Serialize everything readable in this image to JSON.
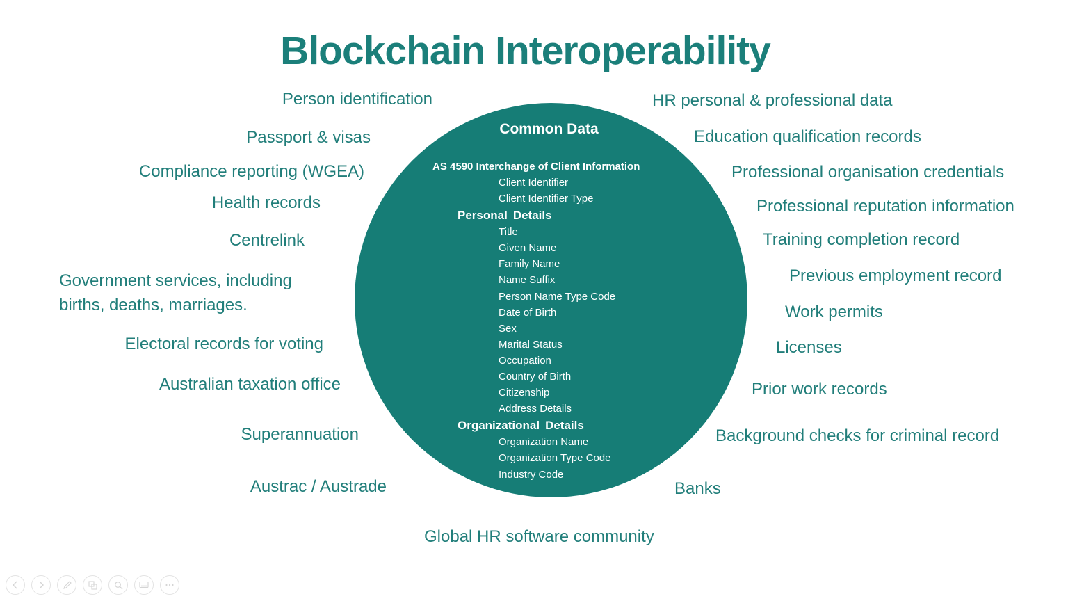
{
  "slide": {
    "title": "Blockchain Interoperability",
    "circle": {
      "heading": "Common Data",
      "standard_heading": "AS 4590 Interchange of Client Information",
      "standard_items": [
        "Client Identifier",
        "Client Identifier Type"
      ],
      "personal_heading_word1": "Personal",
      "personal_heading_word2": "Details",
      "personal_items": [
        "Title",
        "Given Name",
        "Family Name",
        "Name Suffix",
        "Person Name Type Code",
        "Date of Birth",
        "Sex",
        "Marital Status",
        "Occupation",
        "Country of Birth",
        "Citizenship",
        "Address Details"
      ],
      "organizational_heading_word1": "Organizational",
      "organizational_heading_word2": "Details",
      "organizational_items": [
        "Organization Name",
        "Organization Type Code",
        "Industry Code"
      ]
    },
    "labels": {
      "left": [
        "Person identification",
        "Passport & visas",
        "Compliance reporting (WGEA)",
        "Health records",
        "Centrelink",
        "Government services, including births, deaths, marriages.",
        "Electoral records for voting",
        "Australian taxation office",
        "Superannuation",
        "Austrac / Austrade"
      ],
      "right": [
        "HR personal & professional data",
        "Education qualification records",
        "Professional organisation credentials",
        "Professional reputation information",
        "Training completion record",
        "Previous employment record",
        "Work permits",
        "Licenses",
        "Prior work records",
        "Background checks for criminal record",
        "Banks"
      ],
      "bottom": "Global HR software community"
    },
    "colors": {
      "circle_fill": "#167d76",
      "label_teal": "#217e7a",
      "title_teal": "#1b7f7a",
      "circle_text": "#ffffff"
    }
  },
  "toolbar": {
    "buttons": [
      {
        "icon": "previous-slide-icon"
      },
      {
        "icon": "next-slide-icon"
      },
      {
        "icon": "pen-icon"
      },
      {
        "icon": "see-all-slides-icon"
      },
      {
        "icon": "zoom-icon"
      },
      {
        "icon": "display-icon"
      },
      {
        "icon": "more-options-icon"
      }
    ]
  }
}
